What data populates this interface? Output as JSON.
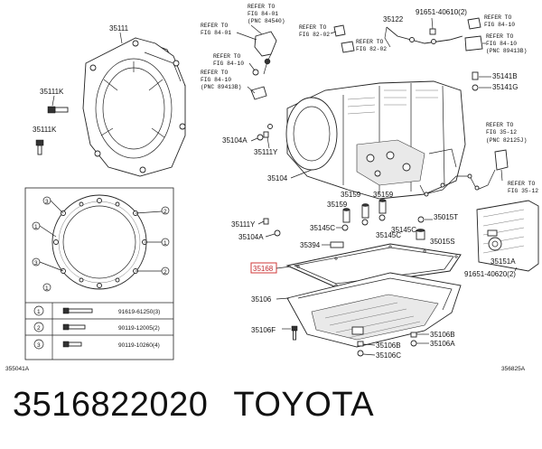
{
  "part_labels": {
    "p35111": "35111",
    "p35111K_a": "35111K",
    "p35111K_b": "35111K",
    "p35111Y_a": "35111Y",
    "p35111Y_b": "35111Y",
    "p35104A_a": "35104A",
    "p35104A_b": "35104A",
    "p35104": "35104",
    "p35122": "35122",
    "p91651_40610": "91651-40610(2)",
    "p35141B": "35141B",
    "p35141G": "35141G",
    "p35159_a": "35159",
    "p35159_b": "35159",
    "p35159_c": "35159",
    "p35145C_a": "35145C",
    "p35145C_b": "35145C",
    "p35145C_c": "35145C",
    "p35015T": "35015T",
    "p35015S": "35015S",
    "p35394": "35394",
    "p35168": "35168",
    "p35106": "35106",
    "p35106F": "35106F",
    "p35106B_a": "35106B",
    "p35106B_b": "35106B",
    "p35106C": "35106C",
    "p35106A": "35106A",
    "p35151A": "35151A",
    "p91651_40620": "91651-40620(2)"
  },
  "refs": {
    "r1_l1": "REFER TO",
    "r1_l2": "FIG 84-01",
    "r1_l3": "(PNC 84540)",
    "r2_l1": "REFER TO",
    "r2_l2": "FIG 84-01",
    "r3_l1": "REFER TO",
    "r3_l2": "FIG 84-10",
    "r4_l1": "REFER TO",
    "r4_l2": "FIG 84-10",
    "r4_l3": "(PNC 89413B)",
    "r5_l1": "REFER TO",
    "r5_l2": "FIG 82-02",
    "r6_l1": "REFER TO",
    "r6_l2": "FIG 82-02",
    "r7_l1": "REFER TO",
    "r7_l2": "FIG 84-10",
    "r8_l1": "REFER TO",
    "r8_l2": "FIG 84-10",
    "r8_l3": "(PNC 89413B)",
    "r9_l1": "REFER TO",
    "r9_l2": "FIG 35-12",
    "r9_l3": "(PNC 82125J)",
    "r10_l1": "REFER TO",
    "r10_l2": "FIG 35-12"
  },
  "legend": [
    {
      "num": "1",
      "code": "91619-61250(3)"
    },
    {
      "num": "2",
      "code": "90119-12005(2)"
    },
    {
      "num": "3",
      "code": "90119-10260(4)"
    }
  ],
  "corner": {
    "left": "355041A",
    "right": "356825A"
  },
  "caption": {
    "number": "3516822020",
    "brand": "TOYOTA"
  }
}
